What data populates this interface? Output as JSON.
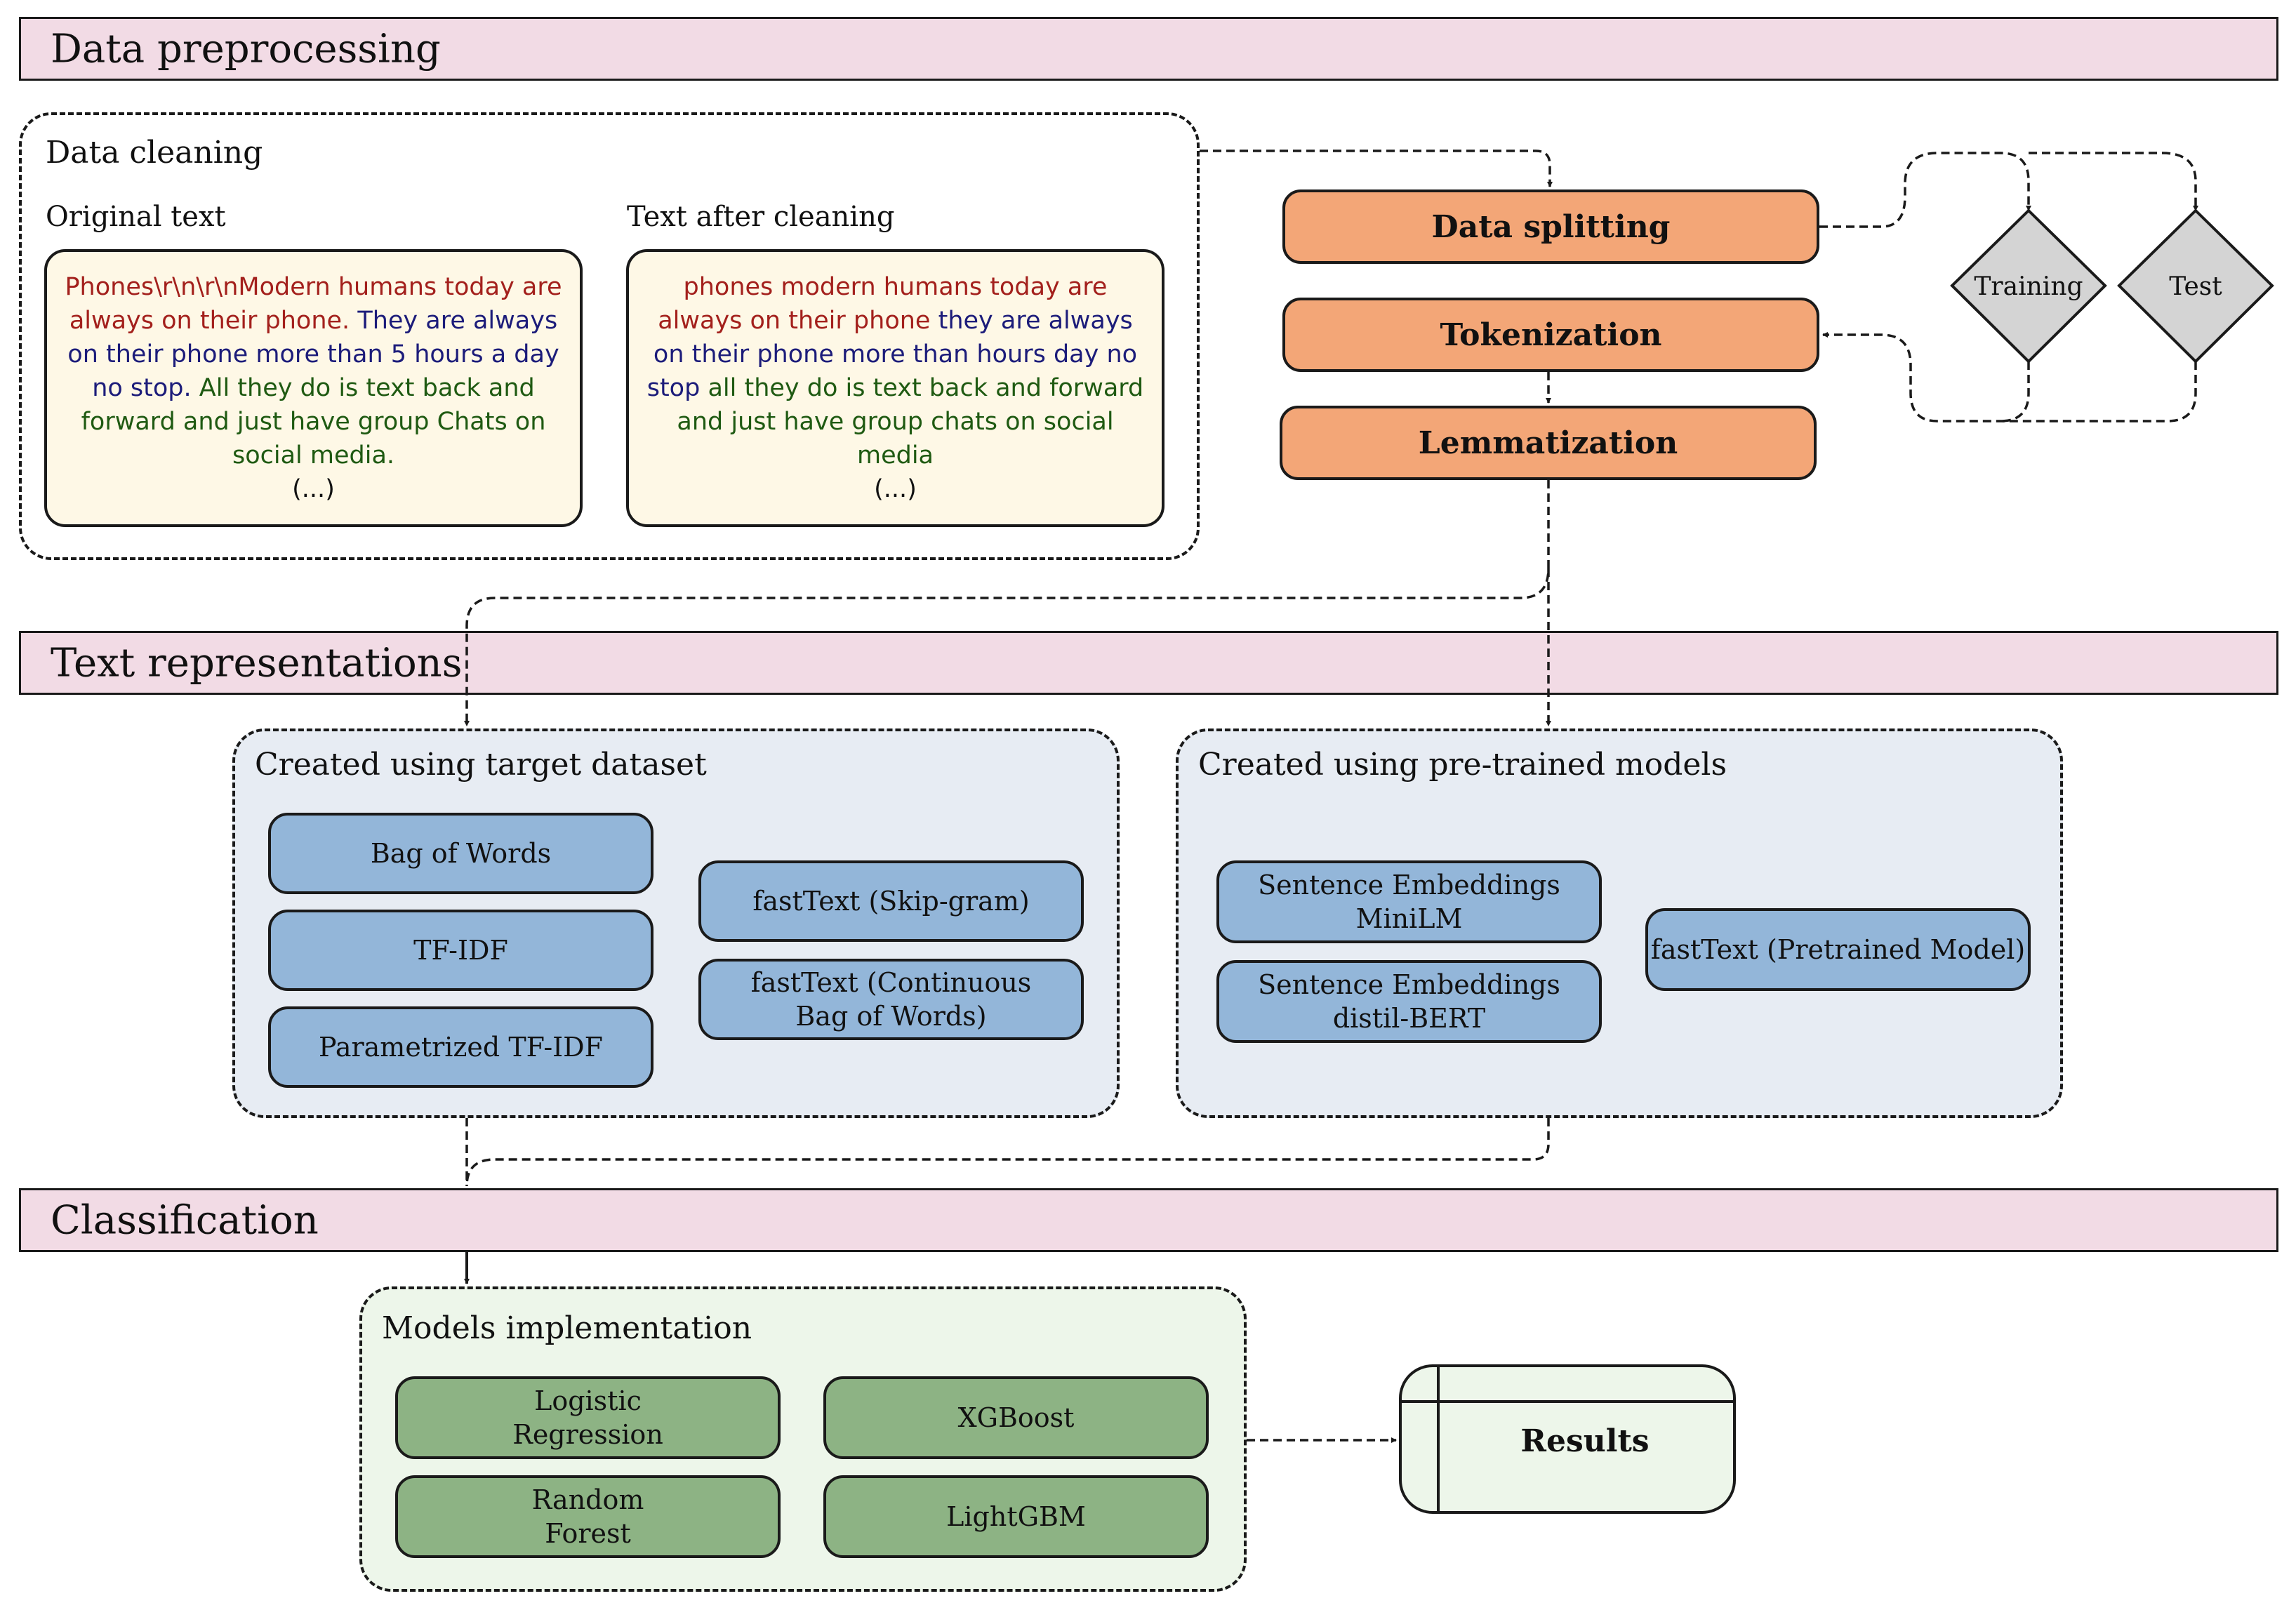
{
  "sections": {
    "preprocessing": "Data preprocessing",
    "representations": "Text representations",
    "classification": "Classification"
  },
  "cleaning": {
    "title": "Data cleaning",
    "original_label": "Original text",
    "cleaned_label": "Text after cleaning",
    "original": {
      "red": "Phones\\r\\n\\r\\nModern humans today are always on their phone.",
      "blue": "They are always on their phone more than 5 hours a day no stop.",
      "green": "All they do is text back and forward and just have group Chats on social media.",
      "ellipsis": "(...)"
    },
    "cleaned": {
      "red": "phones modern humans today are always on their phone",
      "blue": "they are always on their phone more than hours day no stop",
      "green": "all they do is text back and forward and just have group chats on social media",
      "ellipsis": "(...)"
    }
  },
  "pipeline": {
    "splitting": "Data splitting",
    "tokenization": "Tokenization",
    "lemmatization": "Lemmatization",
    "training": "Training",
    "test": "Test"
  },
  "target": {
    "title": "Created using target dataset",
    "bow": "Bag of Words",
    "tfidf": "TF-IDF",
    "ptfidf": "Parametrized TF-IDF",
    "skipgram": "fastText (Skip-gram)",
    "cbow_line1": "fastText (Continuous",
    "cbow_line2": "Bag of Words)"
  },
  "pretrained": {
    "title": "Created using pre-trained models",
    "minilm_line1": "Sentence Embeddings",
    "minilm_line2": "MiniLM",
    "distil_line1": "Sentence Embeddings",
    "distil_line2": "distil-BERT",
    "fasttext": "fastText (Pretrained Model)"
  },
  "models": {
    "title": "Models implementation",
    "lr_line1": "Logistic",
    "lr_line2": "Regression",
    "xgb": "XGBoost",
    "rf_line1": "Random",
    "rf_line2": "Forest",
    "lgbm": "LightGBM"
  },
  "results": "Results",
  "colors": {
    "band": "#f2dbe5",
    "text_box": "#fef8e6",
    "pipeline_box": "#f3a677",
    "representation_panel": "#e7ecf3",
    "representation_box": "#93b6d9",
    "models_panel": "#edf6ea",
    "model_box": "#8db384",
    "diamond": "#d4d4d4",
    "text_red": "#a3201c",
    "text_blue": "#1c1c7a",
    "text_green": "#1f5a12"
  }
}
